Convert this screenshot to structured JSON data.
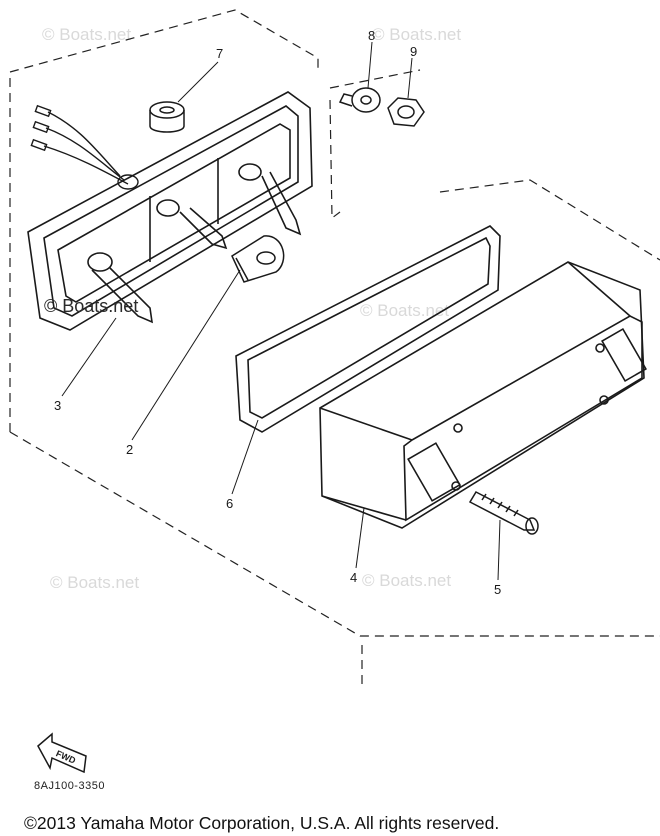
{
  "watermark": "© Boats.net",
  "callouts": [
    "7",
    "8",
    "9",
    "3",
    "2",
    "6",
    "4",
    "5"
  ],
  "fwd_label": "FWD",
  "part_code": "8AJ100-3350",
  "copyright": "©2013 Yamaha Motor Corporation, U.S.A. All rights reserved.",
  "colors": {
    "line": "#1a1a1a",
    "watermark": "#d9d9d9"
  }
}
